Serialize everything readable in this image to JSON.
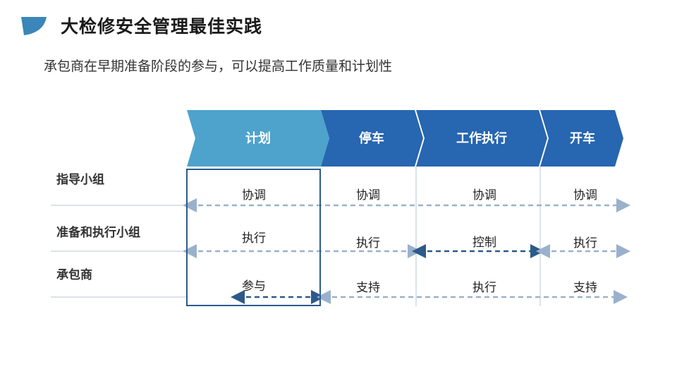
{
  "header": {
    "title": "大检修安全管理最佳实践",
    "subtitle": "承包商在早期准备阶段的参与，可以提高工作质量和计划性"
  },
  "phases": [
    {
      "label": "计划",
      "color": "#4da3cc"
    },
    {
      "label": "停车",
      "color": "#2766b0"
    },
    {
      "label": "工作执行",
      "color": "#2766b0"
    },
    {
      "label": "开车",
      "color": "#2766b0"
    }
  ],
  "rows": [
    {
      "label": "指导小组",
      "cells": [
        "协调",
        "协调",
        "协调",
        "协调"
      ]
    },
    {
      "label": "准备和执行小组",
      "cells": [
        "执行",
        "执行",
        "控制",
        "执行"
      ]
    },
    {
      "label": "承包商",
      "cells": [
        "参与",
        "支持",
        "执行",
        "支持"
      ]
    }
  ],
  "colors": {
    "highlight_box": "#2c5a8a",
    "arrow_light": "#9ab1cc",
    "arrow_dark": "#2c5a8a",
    "divider": "#b8c6d6"
  }
}
